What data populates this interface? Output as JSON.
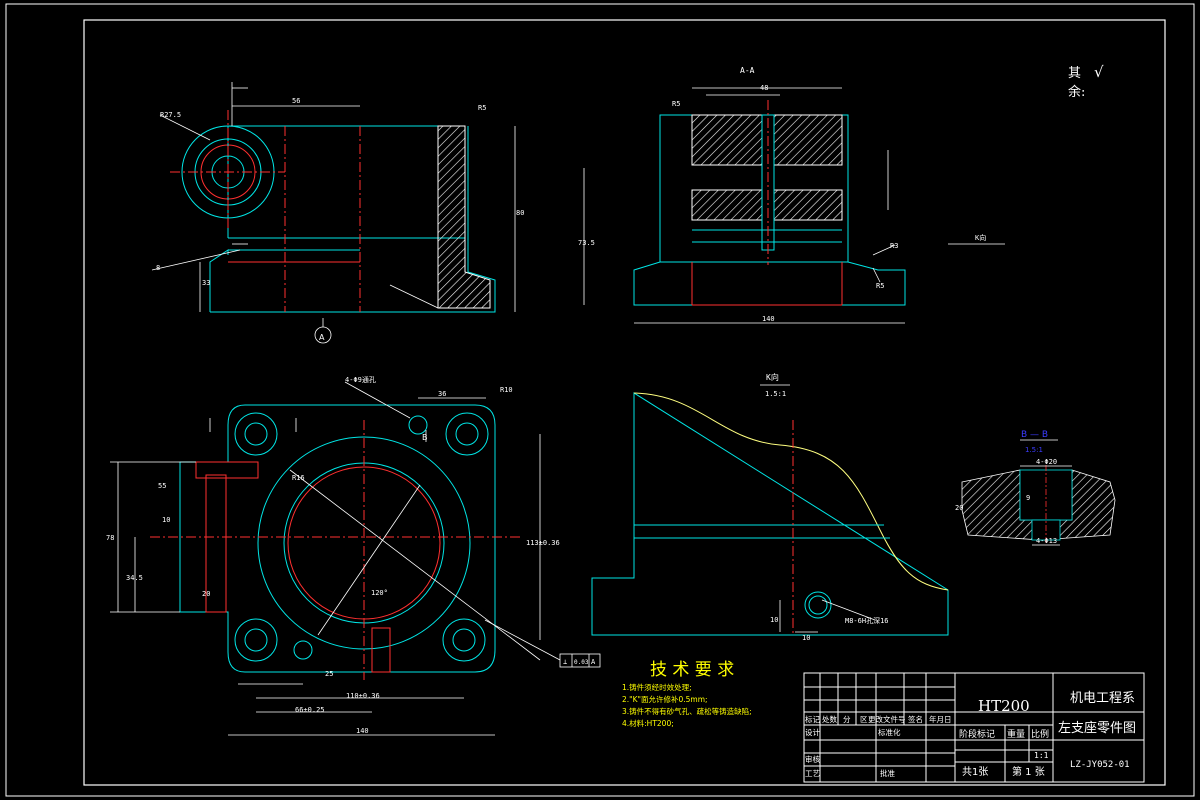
{
  "remark": {
    "line1": "其",
    "line2": "余:",
    "symbol": "√"
  },
  "views": {
    "section_aa_title": "A-A",
    "view_k_label": "K向",
    "view_k_title": "K向",
    "view_k_scale": "1.5:1",
    "section_bb_title": "B — B",
    "section_bb_scale": "1.5:1",
    "section_mark_a": "A",
    "section_mark_b": "B"
  },
  "dimensions": {
    "front_width": "56",
    "front_height": "80",
    "front_radius": "R27.5",
    "front_r5": "R5",
    "front_bottom": "33",
    "front_phi": "8",
    "aa_top": "48",
    "aa_height": "73.5",
    "aa_width": "140",
    "aa_r5_top": "R5",
    "aa_r3": "R3",
    "aa_r5_bottom": "R5",
    "plan_hole": "4-Φ9通孔",
    "plan_r10": "R10",
    "plan_36": "36",
    "plan_r16": "R16",
    "plan_120deg": "120°",
    "plan_width_total": "140",
    "plan_width_hole": "110±0.36",
    "plan_width_mid": "66±0.25",
    "plan_25": "25",
    "plan_height_right": "113±0.36",
    "plan_height_left": "78",
    "plan_55": "55",
    "plan_34": "34.5",
    "plan_10": "10",
    "plan_20": "20",
    "view_k_10a": "10",
    "view_k_10b": "10",
    "view_k_hole": "M8-6H孔深16",
    "bb_top": "4-Φ20",
    "bb_bottom": "4-Φ13",
    "bb_depth": "20",
    "bb_9": "9"
  },
  "tolerance_frame": {
    "symbol": "⊥",
    "value": "0.03",
    "datum": "A"
  },
  "tech_requirements": {
    "title": "技 术 要 求",
    "items": [
      "1.铸件须经时效处理;",
      "2.\"K\"面允许修补0.5mm;",
      "3.铸件不得有砂气孔、疏松等铸造缺陷;",
      "4.材料:HT200;"
    ]
  },
  "title_block": {
    "material": "HT200",
    "department": "机电工程系",
    "part_name": "左支座零件图",
    "drawing_no": "LZ-JY052-01",
    "stage_mark": "阶段标记",
    "weight": "重量",
    "scale_label": "比例",
    "scale_value": "1:1",
    "sheets_total": "共1张",
    "sheet_no": "第 1 张",
    "rev_headers": [
      "标记",
      "处数",
      "分",
      "区",
      "更改文件号",
      "签名",
      "年月日"
    ],
    "design": "设计",
    "standardization": "标准化",
    "review": "审核",
    "process": "工艺",
    "approve": "批准"
  },
  "colors": {
    "outline": "#00e5e5",
    "center_line": "#ff3030",
    "dimension": "#ffffff",
    "section_mark": "#3c3cff",
    "tech_title": "#ffff00",
    "curve": "#ffff80",
    "background": "#000000"
  }
}
